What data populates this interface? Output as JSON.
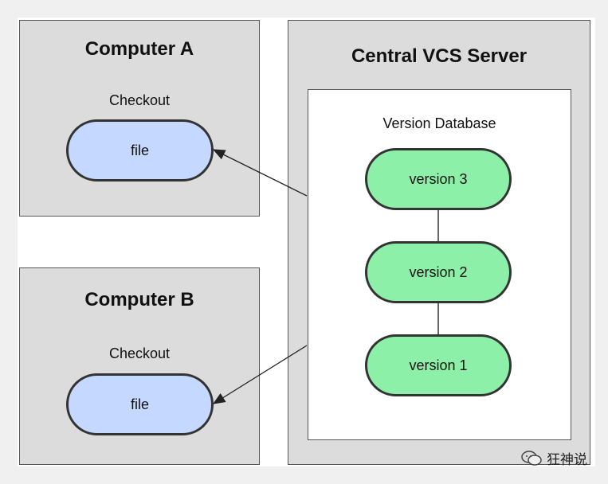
{
  "computer_a": {
    "title": "Computer A",
    "checkout_label": "Checkout",
    "file_label": "file"
  },
  "computer_b": {
    "title": "Computer B",
    "checkout_label": "Checkout",
    "file_label": "file"
  },
  "server": {
    "title": "Central VCS Server",
    "database_label": "Version Database",
    "versions": [
      "version 3",
      "version 2",
      "version 1"
    ]
  },
  "watermark": {
    "text": "狂神说",
    "icon": "wechat-icon"
  },
  "colors": {
    "file_fill": "#c5d8ff",
    "version_fill": "#8cf0a8",
    "box_fill": "#dcdcdc"
  }
}
